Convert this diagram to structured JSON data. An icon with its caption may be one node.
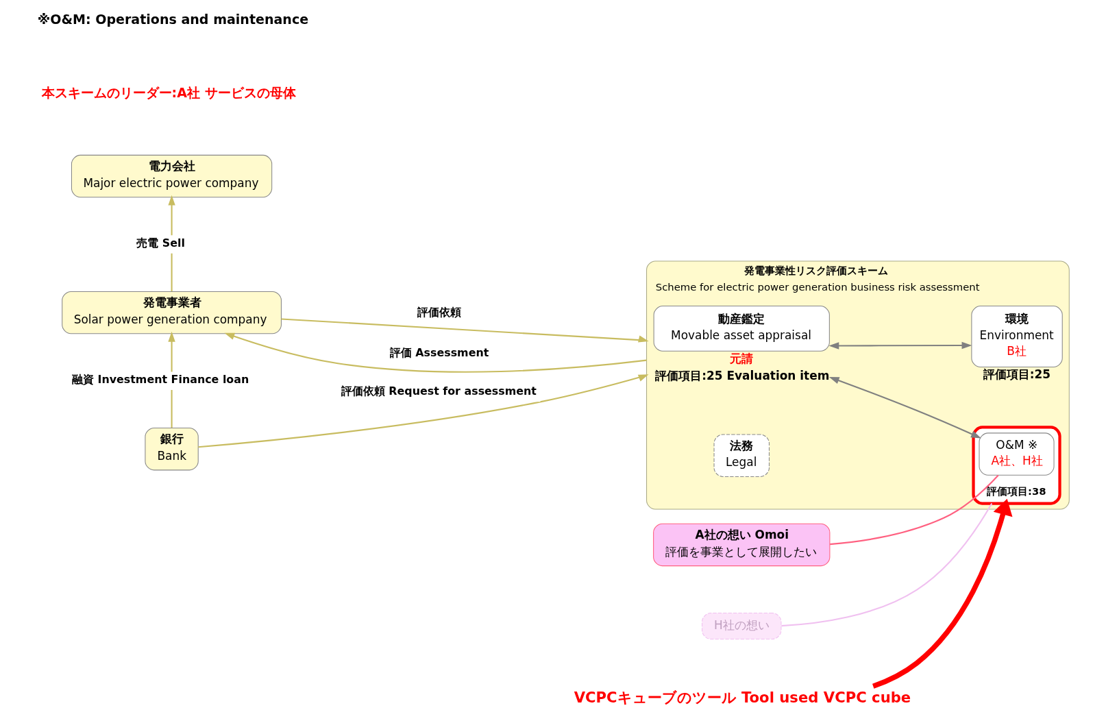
{
  "diagram": {
    "nodes": [
      {
        "text": [
          "電力会社",
          "Major electric power company"
        ]
      },
      {
        "text": [
          "発電事業者",
          "Solar power generation company"
        ]
      },
      {
        "text": [
          "銀行",
          "Bank"
        ]
      },
      {
        "text": [
          "発電事業性リスク評価スキーム",
          "Scheme for electric power generation business risk assessment"
        ]
      },
      {
        "text": [
          "動産鑑定",
          "Movable asset appraisal"
        ],
        "in": 3,
        "beside": [
          "元請",
          "評価項目:25 Evaluation item"
        ]
      },
      {
        "text": [
          "法務",
          "Legal"
        ],
        "in": 3
      },
      {
        "text": [
          "評価項目:38"
        ],
        "in": 3
      },
      {
        "text": [
          "環境",
          "Environment",
          "B社"
        ],
        "in": 3,
        "beside": [
          "評価項目:25"
        ]
      },
      {
        "text": [
          "O&M ※",
          "A社、H社"
        ],
        "in": 6
      },
      {
        "text": [
          "A社の想い Omoi",
          "評価を事業として展開したい"
        ]
      },
      {
        "text": [
          "H社の想い"
        ]
      },
      {
        "text": [
          "VCPCキューブのツール Tool used VCPC cube"
        ]
      }
    ],
    "edges": [
      {
        "from": 1,
        "to": 0,
        "arrow": "to",
        "label": "売電 Sell"
      },
      {
        "from": 1,
        "to": 3,
        "arrow": "to",
        "label": "評価依頼"
      },
      {
        "from": 3,
        "to": 1,
        "arrow": "to",
        "label": "評価 Assessment"
      },
      {
        "from": 2,
        "to": 1,
        "arrow": "to",
        "label": "融資 Investment Finance loan"
      },
      {
        "from": 2,
        "to": 3,
        "arrow": "to",
        "label": "評価依頼 Request for assessment"
      },
      {
        "from": 4,
        "to": 7,
        "arrow": "both",
        "color": "#808080"
      },
      {
        "from": 4,
        "to": 8,
        "arrow": "both",
        "color": "#808080"
      },
      {
        "from": 11,
        "to": 6,
        "arrow": "to",
        "style": "thick",
        "color": "#ff0000"
      },
      {
        "from": 9,
        "to": 8,
        "arrow": "none",
        "color": "#ff6080"
      },
      {
        "from": 10,
        "to": 6,
        "arrow": "none",
        "color": "#f0c0f0"
      }
    ],
    "labels": [
      "本スキームのリーダー:A社 サービスの母体",
      "※O&M: Operations and maintenance"
    ]
  }
}
